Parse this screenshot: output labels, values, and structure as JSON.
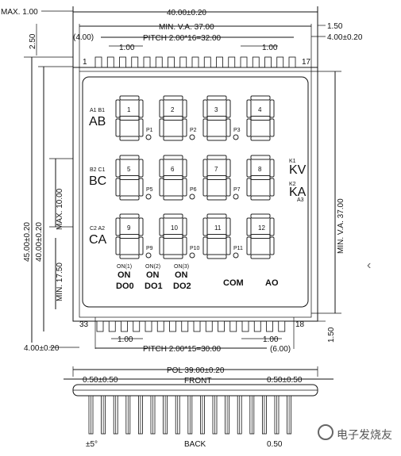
{
  "dims": {
    "max_corner": "MAX. 1.00",
    "width_overall": "40.00±0.20",
    "mva_top": "MIN. V.A. 37.00",
    "pitch_top": "PITCH 2.00*16=32.00",
    "offset_top_left": "(4.00)",
    "gap_top_left": "1.00",
    "gap_top_right": "1.00",
    "right_150_top": "1.50",
    "right_400_top": "4.00±0.20",
    "left_250": "2.50",
    "height_4500": "45.00±0.20",
    "height_4000": "40.00±0.20",
    "max_1000": "MAX. 10.00",
    "min_1750": "MIN. 17.50",
    "mva_right": "MIN. V.A. 37.00",
    "left_400_bottom": "4.00±0.20",
    "gap_bottom_left": "1.00",
    "gap_bottom_right": "1.00",
    "pitch_bottom": "PITCH 2.00*15=30.00",
    "offset_bottom_right": "(6.00)",
    "right_150_bottom": "1.50",
    "pol": "POL 39.00±0.20",
    "front": "FRONT",
    "pol_left": "0.50±0.50",
    "pol_right": "0.50±0.50",
    "back": "BACK",
    "angle": "±5°",
    "bottom_right": "0.50"
  },
  "pins": {
    "top_left": "1",
    "top_right": "17",
    "bottom_left": "33",
    "bottom_right": "18"
  },
  "display": {
    "row1": {
      "small": "A1 B1",
      "big": "AB"
    },
    "row2": {
      "small": "B2 C1",
      "big": "BC"
    },
    "row3": {
      "small": "C2 A2",
      "big": "CA"
    },
    "digits": [
      "1",
      "2",
      "3",
      "4",
      "5",
      "6",
      "7",
      "8",
      "9",
      "10",
      "11",
      "12"
    ],
    "points": [
      "P1",
      "P2",
      "P3",
      "P5",
      "P6",
      "P7",
      "P9",
      "P10",
      "P11"
    ],
    "kv": {
      "small": "K1",
      "big": "KV"
    },
    "ka": {
      "small": "K2",
      "big": "KA",
      "sub": "A3"
    },
    "on_labels": [
      "ON(1)",
      "ON(2)",
      "ON(3)"
    ],
    "on_big": "ON",
    "outputs": [
      "DO0",
      "DO1",
      "DO2"
    ],
    "com": "COM",
    "ao": "AO"
  },
  "watermark": {
    "text": "电子发烧友"
  }
}
